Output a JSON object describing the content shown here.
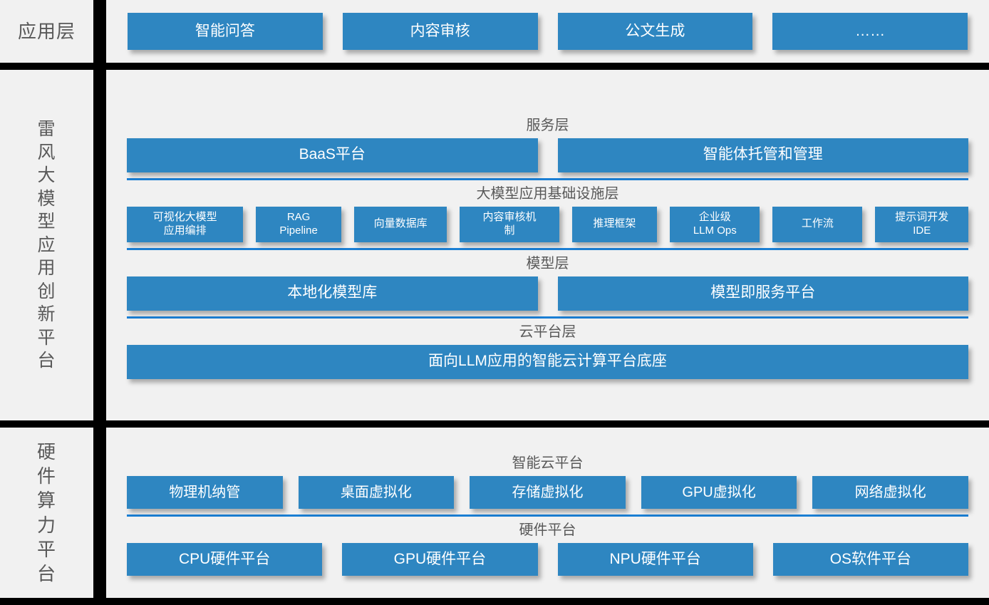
{
  "sections": {
    "application": {
      "sidebar_label": "应用层",
      "boxes": [
        {
          "label": "智能问答"
        },
        {
          "label": "内容审核"
        },
        {
          "label": "公文生成"
        },
        {
          "label": "……"
        }
      ]
    },
    "platform": {
      "sidebar_label": "雷\n风\n大\n模\n型\n应\n用\n创\n新\n平\n台",
      "sublayers": [
        {
          "title": "服务层",
          "boxes": [
            {
              "label": "BaaS平台"
            },
            {
              "label": "智能体托管和管理"
            }
          ]
        },
        {
          "title": "大模型应用基础设施层",
          "boxes": [
            {
              "label": "可视化大模型\n应用编排"
            },
            {
              "label": "RAG\nPipeline"
            },
            {
              "label": "向量数据库"
            },
            {
              "label": "内容审核机\n制"
            },
            {
              "label": "推理框架"
            },
            {
              "label": "企业级\nLLM Ops"
            },
            {
              "label": "工作流"
            },
            {
              "label": "提示词开发\nIDE"
            }
          ]
        },
        {
          "title": "模型层",
          "boxes": [
            {
              "label": "本地化模型库"
            },
            {
              "label": "模型即服务平台"
            }
          ]
        },
        {
          "title": "云平台层",
          "boxes": [
            {
              "label": "面向LLM应用的智能云计算平台底座"
            }
          ]
        }
      ]
    },
    "hardware": {
      "sidebar_label": "硬\n件\n算\n力\n平\n台",
      "sublayers": [
        {
          "title": "智能云平台",
          "boxes": [
            {
              "label": "物理机纳管"
            },
            {
              "label": "桌面虚拟化"
            },
            {
              "label": "存储虚拟化"
            },
            {
              "label": "GPU虚拟化"
            },
            {
              "label": "网络虚拟化"
            }
          ]
        },
        {
          "title": "硬件平台",
          "boxes": [
            {
              "label": "CPU硬件平台"
            },
            {
              "label": "GPU硬件平台"
            },
            {
              "label": "NPU硬件平台"
            },
            {
              "label": "OS软件平台"
            }
          ]
        }
      ]
    }
  },
  "colors": {
    "box_blue": "#2e86c1",
    "divider_blue": "#1b7fd4",
    "panel_bg": "#f1f1f1",
    "frame_black": "#000000",
    "label_gray": "#595959"
  }
}
